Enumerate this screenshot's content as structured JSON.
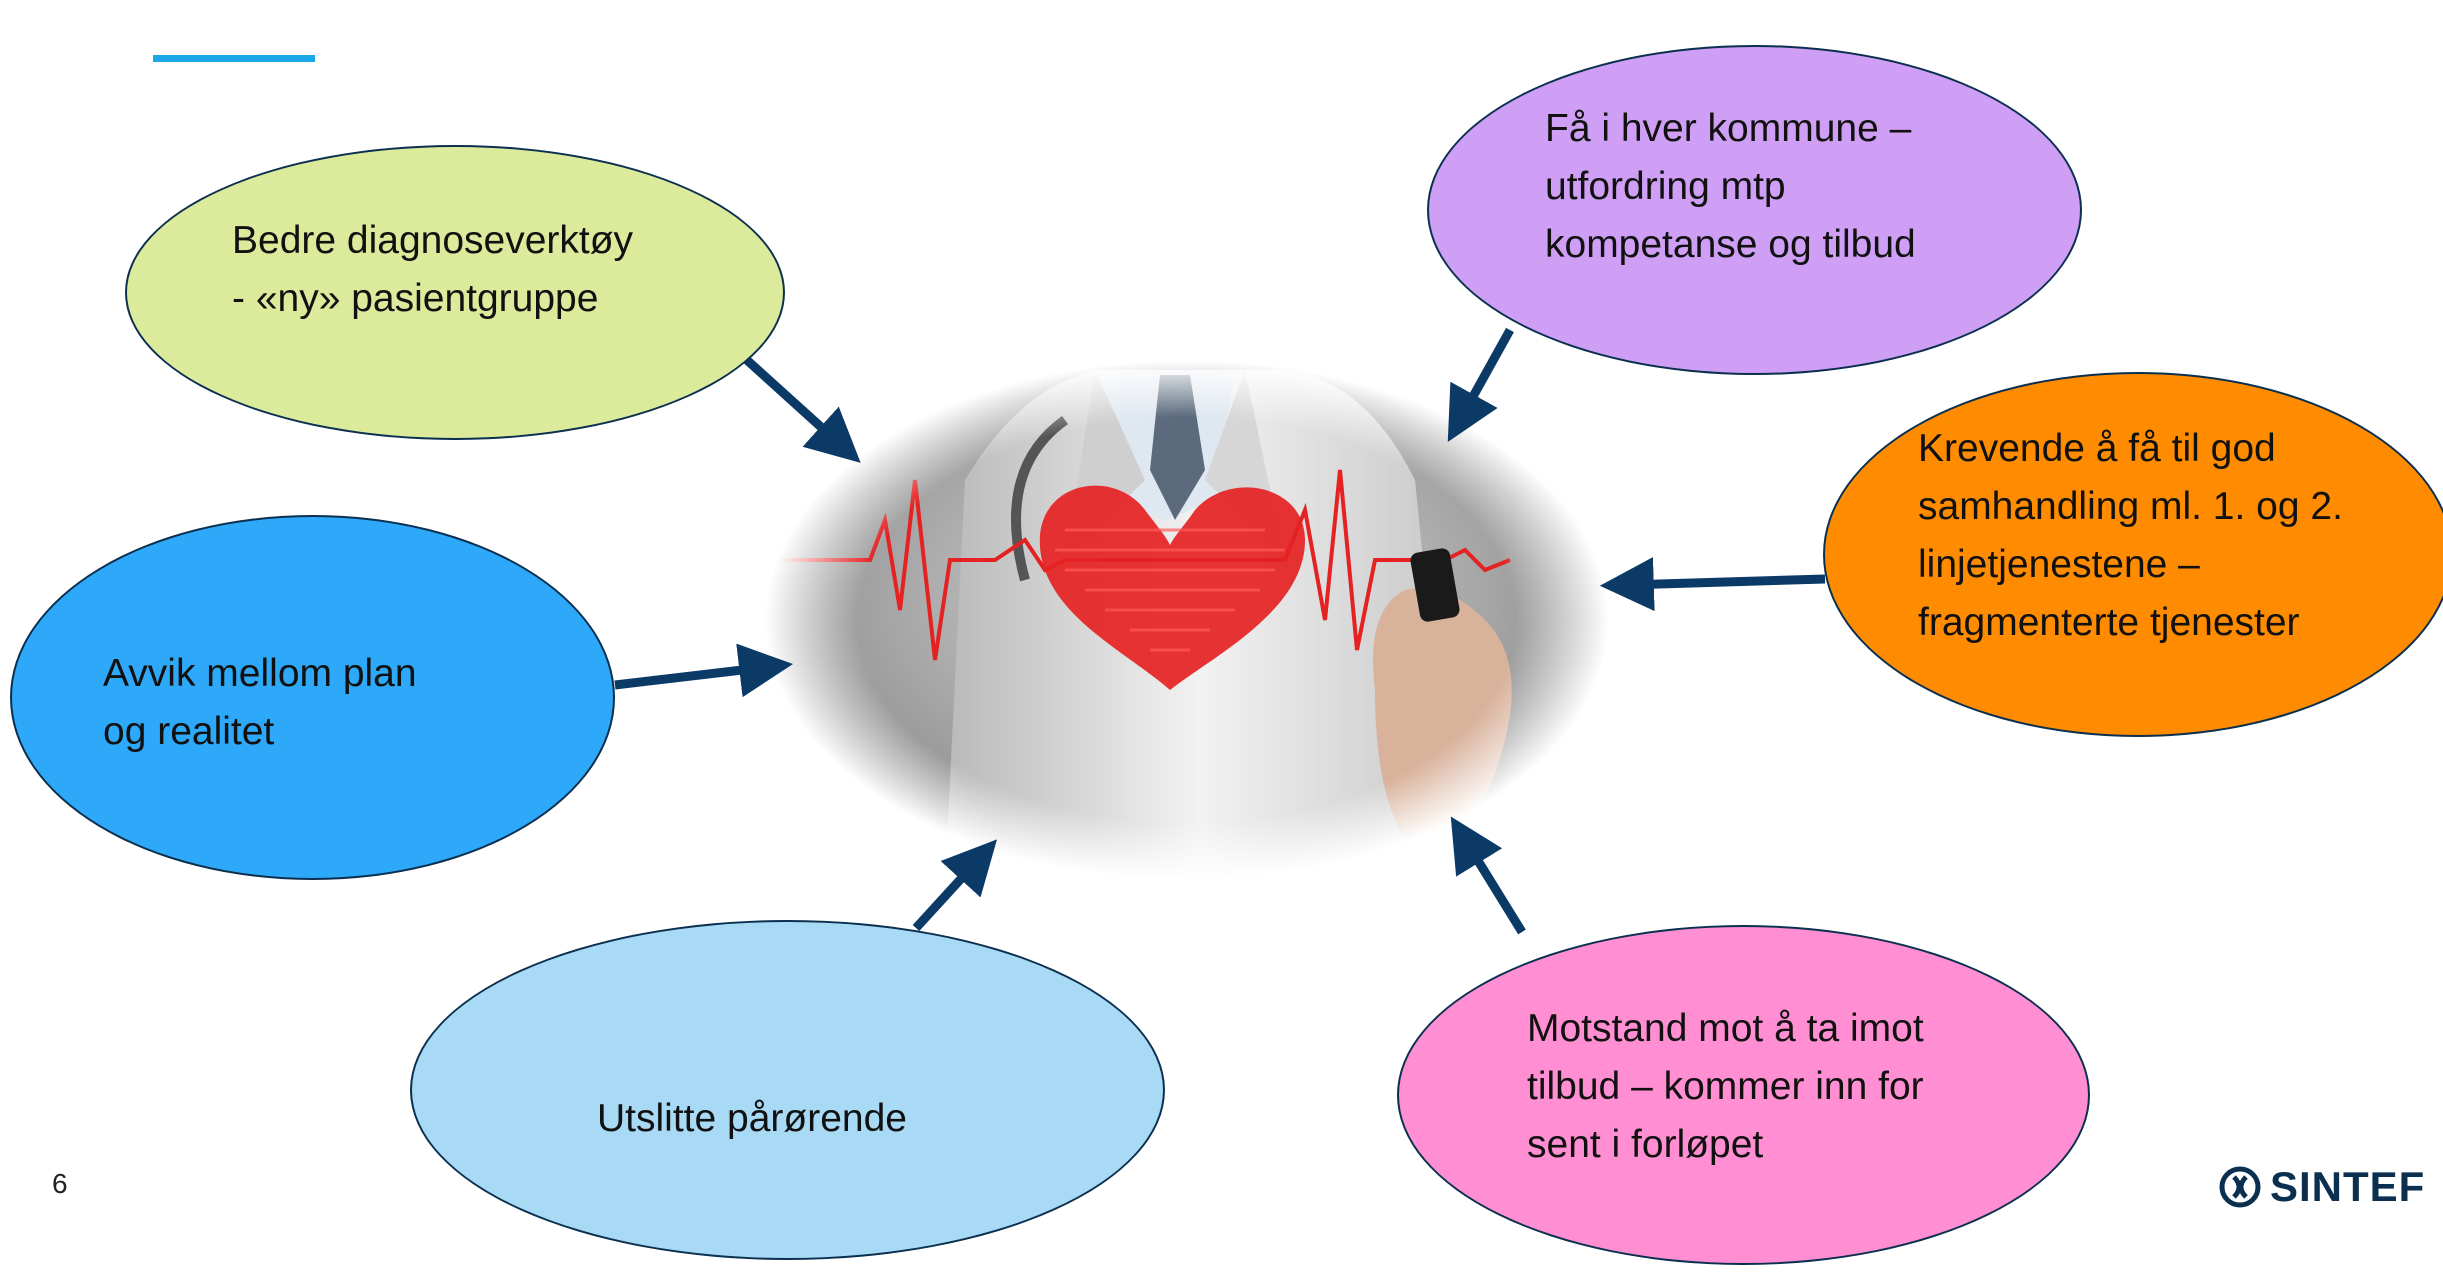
{
  "slide": {
    "page_number": "6"
  },
  "logo": {
    "text": "SINTEF"
  },
  "bubbles": {
    "top_left": {
      "lines": [
        "Bedre diagnoseverktøy",
        "- «ny» pasientgruppe"
      ],
      "fill": "#dcea9c"
    },
    "top_right": {
      "lines": [
        "Få i hver kommune –",
        "utfordring mtp",
        "kompetanse og tilbud"
      ],
      "fill": "#cf9ff5"
    },
    "right": {
      "lines": [
        "Krevende å få til god",
        "samhandling ml. 1. og 2.",
        "linjetjenestene –",
        "fragmenterte tjenester"
      ],
      "fill": "#ff8c00"
    },
    "left": {
      "lines": [
        "Avvik mellom plan",
        "og realitet"
      ],
      "fill": "#2ea8f8"
    },
    "bottom_left": {
      "lines": [
        "Utslitte pårørende"
      ],
      "fill": "#a8daf5"
    },
    "bottom_right": {
      "lines": [
        "Motstand mot å ta imot",
        "tilbud – kommer inn for",
        "sent i forløpet"
      ],
      "fill": "#ff8fd2"
    }
  },
  "center_image": {
    "subject": "doctor-drawing-heart-ekg",
    "heart_color": "#e52222"
  },
  "colors": {
    "arrow": "#0b3a66",
    "accent": "#1ba8e8",
    "outline": "#0b2f4f"
  }
}
